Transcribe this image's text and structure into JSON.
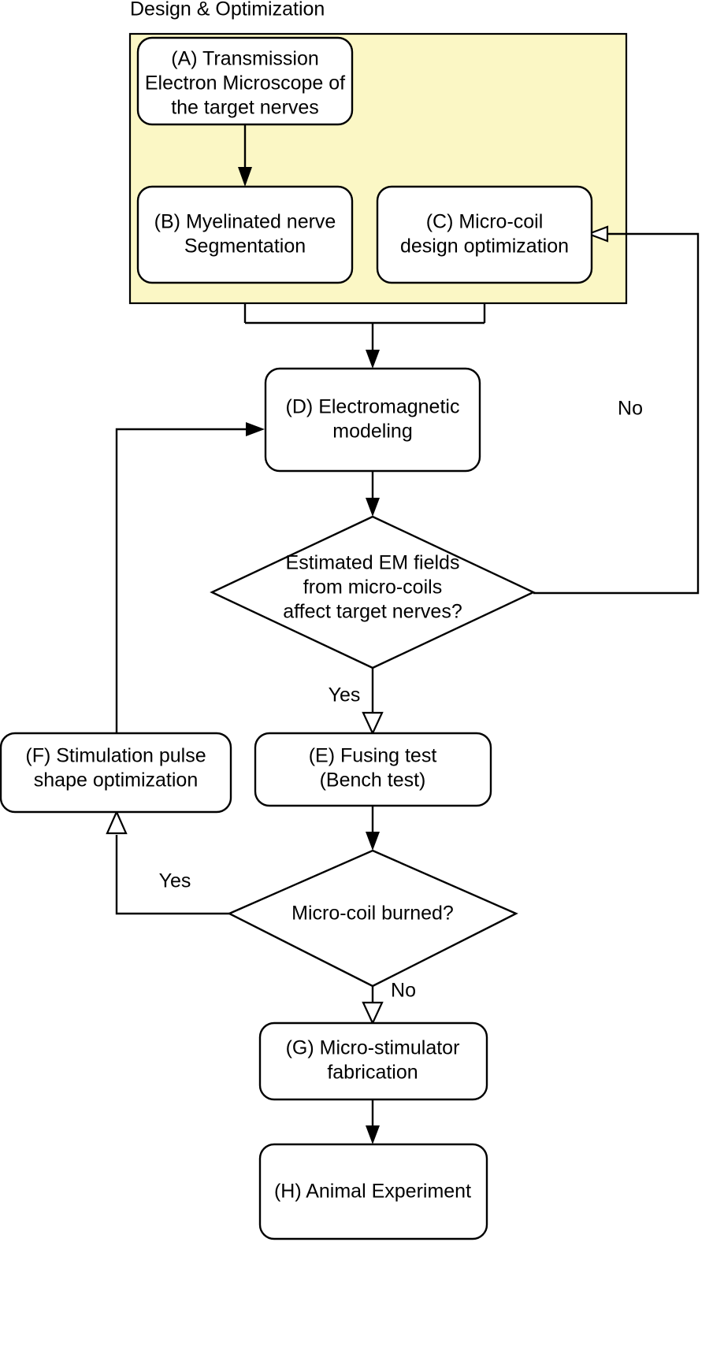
{
  "diagram": {
    "title": "Design & Optimization",
    "type": "flowchart",
    "background_color": "#ffffff",
    "group": {
      "label": "Design & Optimization",
      "fill_color": "#fbf7c5",
      "stroke_color": "#000000"
    },
    "nodes": [
      {
        "id": "A",
        "shape": "rounded-rectangle",
        "lines": [
          "(A) Transmission",
          "Electron Microscope of",
          "the target nerves"
        ]
      },
      {
        "id": "B",
        "shape": "rounded-rectangle",
        "lines": [
          "(B) Myelinated nerve",
          "Segmentation"
        ]
      },
      {
        "id": "C",
        "shape": "rounded-rectangle",
        "lines": [
          "(C) Micro-coil",
          "design optimization"
        ]
      },
      {
        "id": "D",
        "shape": "rounded-rectangle",
        "lines": [
          "(D) Electromagnetic",
          "modeling"
        ]
      },
      {
        "id": "DEC1",
        "shape": "diamond",
        "lines": [
          "Estimated EM fields",
          "from micro-coils",
          "affect target nerves?"
        ]
      },
      {
        "id": "F",
        "shape": "rounded-rectangle",
        "lines": [
          "(F) Stimulation pulse",
          "shape optimization"
        ]
      },
      {
        "id": "E",
        "shape": "rounded-rectangle",
        "lines": [
          "(E) Fusing test",
          "(Bench test)"
        ]
      },
      {
        "id": "DEC2",
        "shape": "diamond",
        "lines": [
          "Micro-coil burned?"
        ]
      },
      {
        "id": "G",
        "shape": "rounded-rectangle",
        "lines": [
          "(G) Micro-stimulator",
          "fabrication"
        ]
      },
      {
        "id": "H",
        "shape": "rounded-rectangle",
        "lines": [
          "(H) Animal Experiment"
        ]
      }
    ],
    "edge_labels": {
      "dec1_no": "No",
      "dec1_yes": "Yes",
      "dec2_yes": "Yes",
      "dec2_no": "No"
    }
  }
}
